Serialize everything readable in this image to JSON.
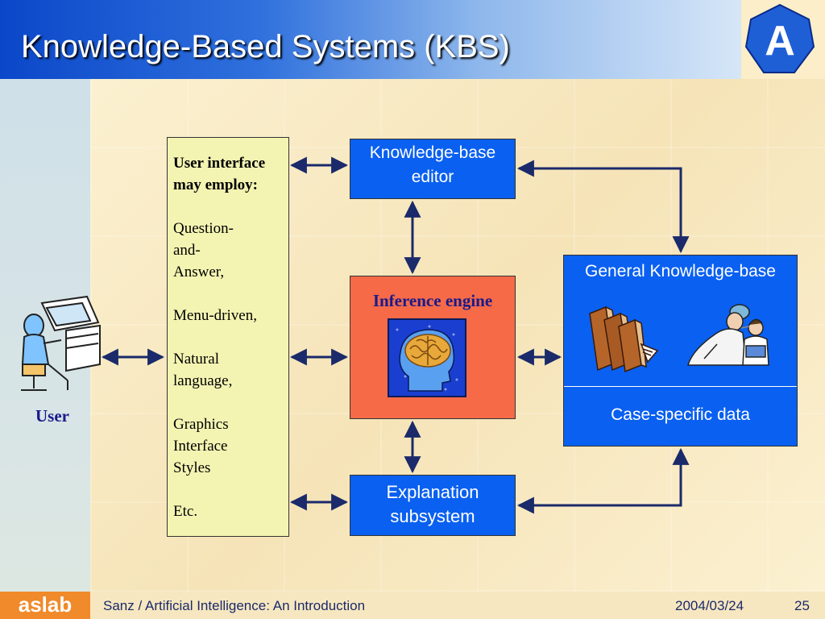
{
  "slide": {
    "title": "Knowledge-Based Systems (KBS)",
    "logo_letter": "A"
  },
  "diagram": {
    "user_label": "User",
    "ui_box": {
      "heading_line1": "User interface",
      "heading_line2": "may employ:",
      "items": [
        [
          "Question-",
          "and-",
          "Answer,"
        ],
        [
          "Menu-driven,"
        ],
        [
          "Natural",
          "language,"
        ],
        [
          "Graphics",
          "Interface",
          "Styles"
        ],
        [
          "Etc."
        ]
      ]
    },
    "kb_editor": {
      "line1": "Knowledge-base",
      "line2": "editor"
    },
    "inference_engine": "Inference engine",
    "explanation": {
      "line1": "Explanation",
      "line2": "subsystem"
    },
    "general_kb": "General Knowledge-base",
    "case_data": "Case-specific data"
  },
  "footer": {
    "brand": "aslab",
    "course": "Sanz / Artificial Intelligence: An Introduction",
    "date": "2004/03/24",
    "page": "25"
  },
  "colors": {
    "title_blue": "#0a47c9",
    "box_blue": "#0a60f0",
    "inference_red": "#f66a48",
    "ui_yellow": "#f3f4b2",
    "arrow_navy": "#1a2a6a",
    "brand_orange": "#f08a2a"
  }
}
